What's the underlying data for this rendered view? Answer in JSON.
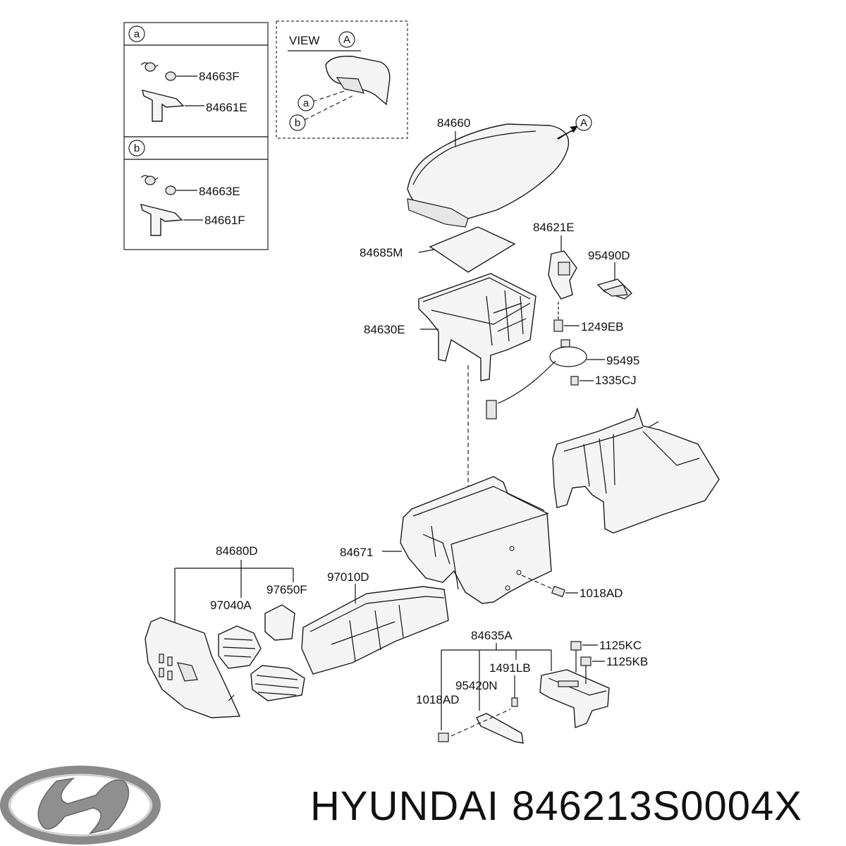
{
  "inset_a": {
    "circle": "a",
    "labels": [
      "84663F",
      "84661E"
    ]
  },
  "inset_b": {
    "circle": "b",
    "labels": [
      "84663E",
      "84661F"
    ]
  },
  "view": {
    "title": "VIEW",
    "circle": "A",
    "sub_a": "a",
    "sub_b": "b"
  },
  "arrow_a": "A",
  "labels": {
    "armrest": "84660",
    "pad": "84685M",
    "bracket": "84621E",
    "switch": "95490D",
    "box": "84630E",
    "screw1": "1249EB",
    "harness": "95495",
    "clip": "1335CJ",
    "console": "84671",
    "screw2": "1018AD",
    "panel_assy": "84680D",
    "duct": "97010D",
    "vent_l": "97040A",
    "vent_r": "97650F",
    "bracket_assy": "84635A",
    "bolt_kc": "1125KC",
    "bolt_kb": "1125KB",
    "bolt_lb": "1491LB",
    "sensor": "95420N",
    "screw3": "1018AD"
  },
  "footer": {
    "brand": "HYUNDAI",
    "part_number": "846213S0004X"
  }
}
